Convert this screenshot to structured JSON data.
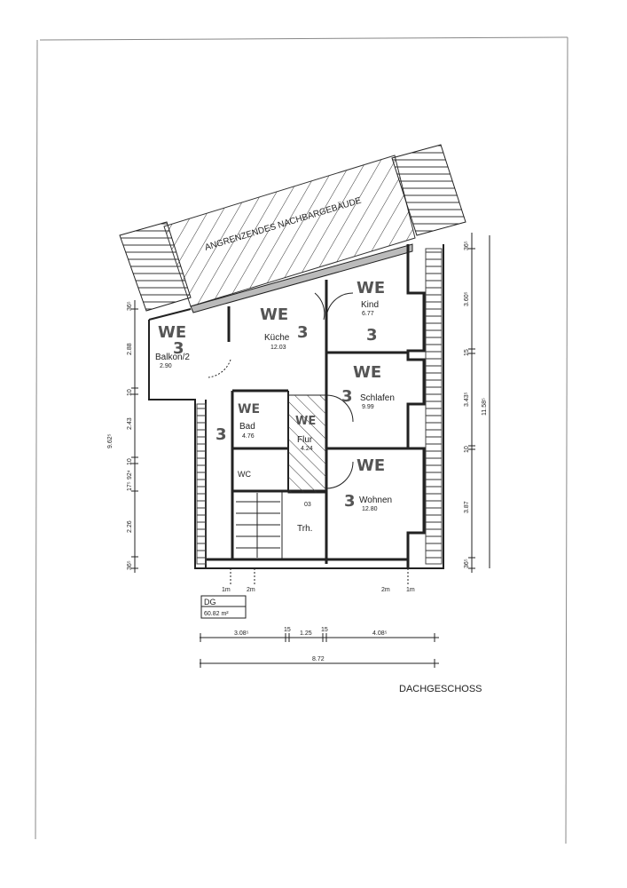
{
  "neighbor_label": "ANGRENZENDES NACHBARGEBÄUDE",
  "title": "DACHGESCHOSS",
  "floor_box": {
    "name": "DG",
    "area": "60.82 m²"
  },
  "rooms": [
    {
      "name": "Balkon/2",
      "area": "2.90"
    },
    {
      "name": "Küche",
      "area": "12.03"
    },
    {
      "name": "Kind",
      "area": "6.77"
    },
    {
      "name": "Schlafen",
      "area": "9.99"
    },
    {
      "name": "Bad",
      "area": "4.76"
    },
    {
      "name": "Flur",
      "area": "4.24"
    },
    {
      "name": "WC",
      "area": ""
    },
    {
      "name": "Wohnen",
      "area": "12.80"
    },
    {
      "name": "Trh.",
      "area": ""
    }
  ],
  "stair_mark": "03",
  "handwritten": {
    "unit": "WE",
    "number": "3"
  },
  "dims_left": [
    "36⁵",
    "2.88",
    "10",
    "2.43",
    "10",
    "92⁴",
    "17⁵",
    "2.26",
    "36⁵",
    "9.62⁵"
  ],
  "dims_right": [
    "36⁵",
    "3.60⁵",
    "15",
    "3.43⁵",
    "10",
    "3.87",
    "36⁵",
    "11.58⁵"
  ],
  "dims_bottom": [
    "3.08⁵",
    "15",
    "1.25",
    "15",
    "4.08⁵"
  ],
  "dims_total": "8.72",
  "height_marks": [
    "1m",
    "2m",
    "2m",
    "1m"
  ]
}
